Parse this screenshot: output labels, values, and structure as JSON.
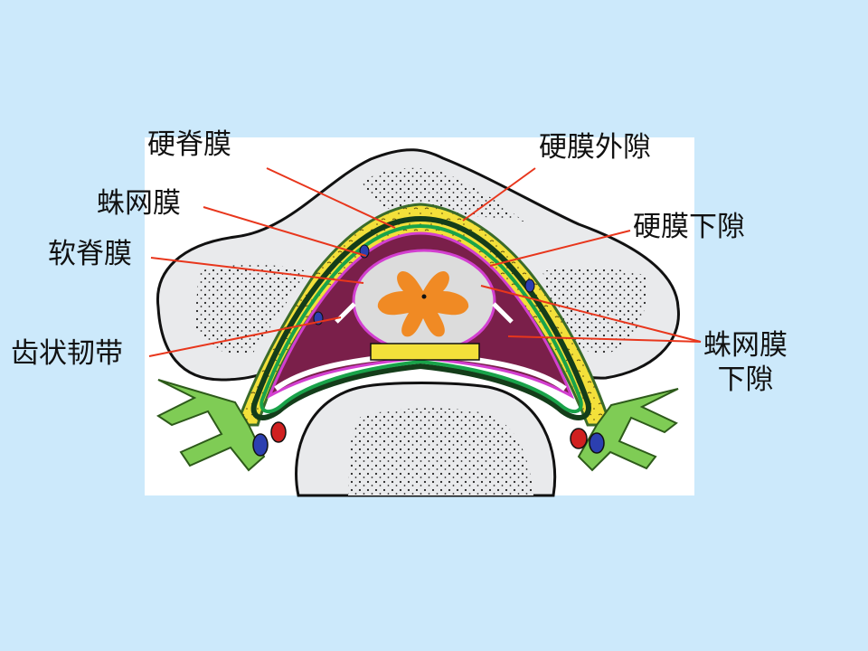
{
  "labels": {
    "dura_mater": "硬脊膜",
    "arachnoid": "蛛网膜",
    "pia_mater": "软脊膜",
    "denticulate_ligament": "齿状韧带",
    "epidural_space": "硬膜外隙",
    "subdural_space": "硬膜下隙",
    "subarachnoid_line1": "蛛网膜",
    "subarachnoid_line2": "下隙"
  },
  "colors": {
    "background": "#cce9fb",
    "leader_line": "#e8361c",
    "bone": "#e9eaec",
    "fat": "#f3e03a",
    "dura": "#7a4d2d",
    "arachnoid": "#19a34a",
    "pia": "#d23fd0",
    "csf_space": "#7a1f4a",
    "grey_matter": "#f08a24",
    "nerve": "#7fcc55"
  }
}
